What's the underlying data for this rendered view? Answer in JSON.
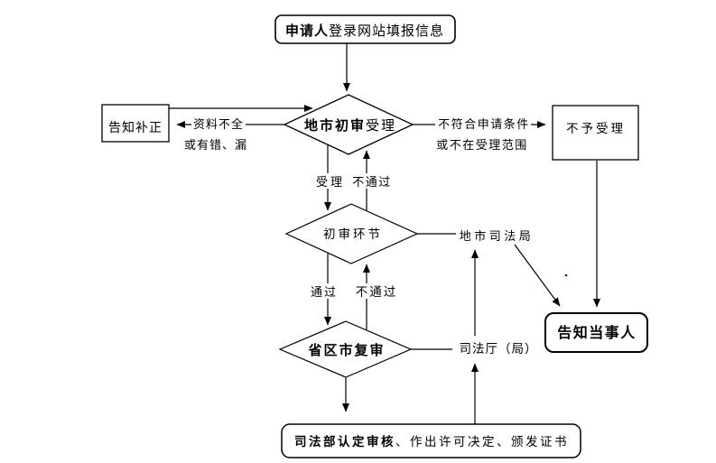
{
  "page": {
    "background": "#ffffff",
    "line_color": "#000000",
    "text_color": "#000000"
  },
  "flowchart": {
    "nodes": {
      "start": {
        "bold": "申请人",
        "rest": "登录网站填报信息"
      },
      "city_first_review": {
        "bold": "地市初审",
        "rest": "受理"
      },
      "notify_correction": {
        "label": "告知补正"
      },
      "not_accepted": {
        "label": "不予受理"
      },
      "first_review_step": {
        "label": "初审环节"
      },
      "provincial_recheck": {
        "label": "省区市复审"
      },
      "notify_party": {
        "label": "告知当事人"
      },
      "ministry_final": {
        "bold": "司法部认定审核",
        "rest": "、作出许可决定、颁发证书"
      }
    },
    "labels": {
      "material_incomplete_line1": "资料不全",
      "material_incomplete_line2": "或有错、漏",
      "not_qualified_line1": "不符合申请条件",
      "not_qualified_line2": "或不在受理范围",
      "accepted": "受理",
      "not_passed_1": "不通过",
      "passed": "通过",
      "not_passed_2": "不通过",
      "city_justice_bureau": "地市司法局",
      "provincial_justice_dept": "司法厅（局）"
    }
  }
}
